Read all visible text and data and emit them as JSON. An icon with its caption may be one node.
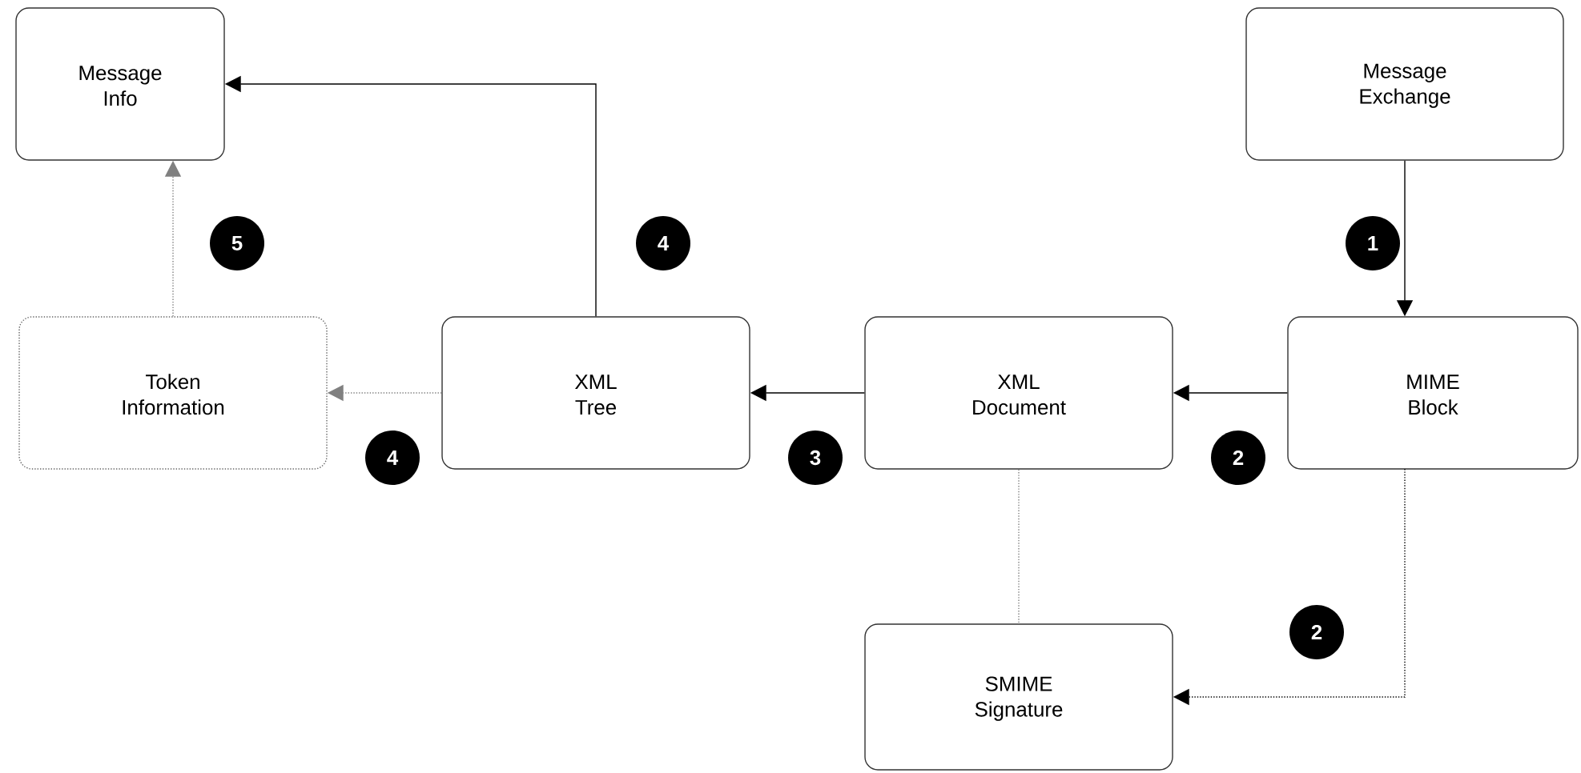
{
  "diagram": {
    "nodes": [
      {
        "text": [
          "Message Info"
        ]
      },
      {
        "text": [
          "Message Exchange"
        ]
      },
      {
        "text": [
          "Token Information"
        ]
      },
      {
        "text": [
          "XML Tree"
        ]
      },
      {
        "text": [
          "XML Document"
        ]
      },
      {
        "text": [
          "MIME Block"
        ]
      },
      {
        "text": [
          "SMIME Signature"
        ]
      }
    ],
    "edges": [
      {
        "from": 1,
        "to": 5,
        "arrow": "to",
        "label": "1"
      },
      {
        "from": 5,
        "to": 4,
        "arrow": "to",
        "label": "2"
      },
      {
        "from": 5,
        "to": 6,
        "arrow": "to",
        "label": "2",
        "style": "dashed"
      },
      {
        "from": 4,
        "to": 3,
        "arrow": "to",
        "label": "3"
      },
      {
        "from": 3,
        "to": 0,
        "arrow": "to",
        "label": "4"
      },
      {
        "from": 3,
        "to": 2,
        "arrow": "to",
        "label": "4",
        "style": "dashed",
        "color": "#808080"
      },
      {
        "from": 2,
        "to": 0,
        "arrow": "to",
        "label": "5",
        "style": "dashed",
        "color": "#808080"
      },
      {
        "from": 4,
        "to": 6,
        "arrow": "none",
        "style": "dashed",
        "color": "#808080"
      }
    ]
  }
}
